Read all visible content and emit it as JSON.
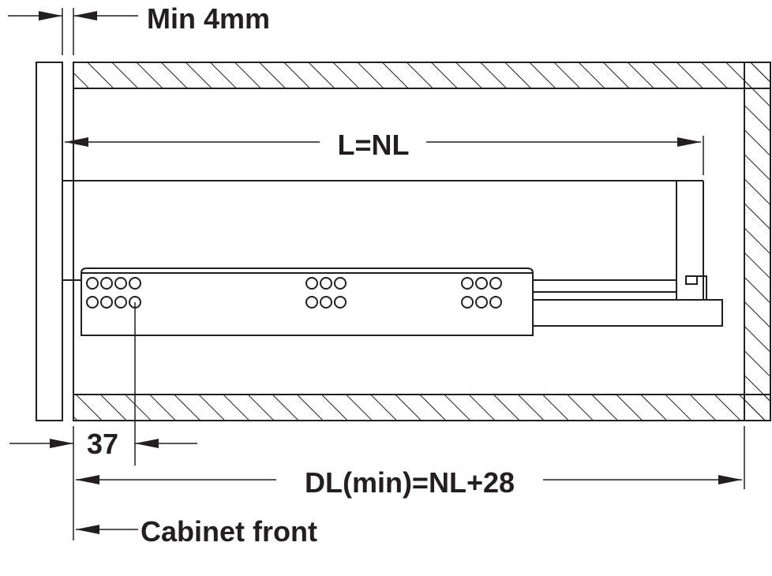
{
  "labels": {
    "min_gap": "Min 4mm",
    "slide_length": "L=NL",
    "offset": "37",
    "depth_min": "DL(min)=NL+28",
    "reference": "Cabinet front"
  },
  "colors": {
    "ink": "#231f20",
    "background": "#ffffff"
  }
}
